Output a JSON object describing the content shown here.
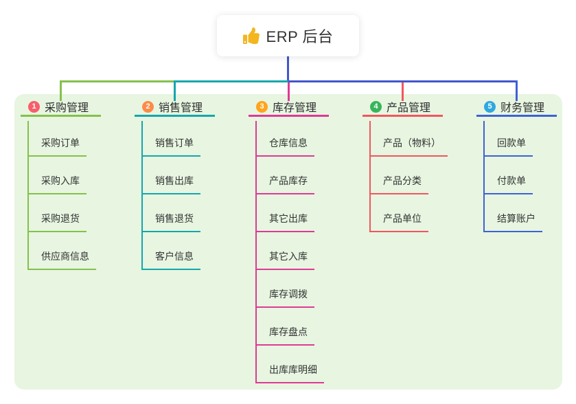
{
  "root": {
    "label": "ERP 后台",
    "icon": "thumbs-up-icon",
    "icon_color": "#f3b61f"
  },
  "connector_color": "#4355cf",
  "panel_bg": "#e7f5e1",
  "branches": [
    {
      "index": "1",
      "label": "采购管理",
      "line_color": "#84c14b",
      "badge_color": "#f85e6b",
      "children": [
        "采购订单",
        "采购入库",
        "采购退货",
        "供应商信息"
      ]
    },
    {
      "index": "2",
      "label": "销售管理",
      "line_color": "#14a7ab",
      "badge_color": "#ff8a48",
      "children": [
        "销售订单",
        "销售出库",
        "销售退货",
        "客户信息"
      ]
    },
    {
      "index": "3",
      "label": "库存管理",
      "line_color": "#de3a95",
      "badge_color": "#ffa41b",
      "children": [
        "仓库信息",
        "产品库存",
        "其它出库",
        "其它入库",
        "库存调拨",
        "库存盘点",
        "出库库明细"
      ]
    },
    {
      "index": "4",
      "label": "产品管理",
      "line_color": "#f2555e",
      "badge_color": "#38b55b",
      "children": [
        "产品（物料）",
        "产品分类",
        "产品单位"
      ]
    },
    {
      "index": "5",
      "label": "财务管理",
      "line_color": "#3d62d5",
      "badge_color": "#2fa7e1",
      "children": [
        "回款单",
        "付款单",
        "结算账户"
      ]
    }
  ]
}
